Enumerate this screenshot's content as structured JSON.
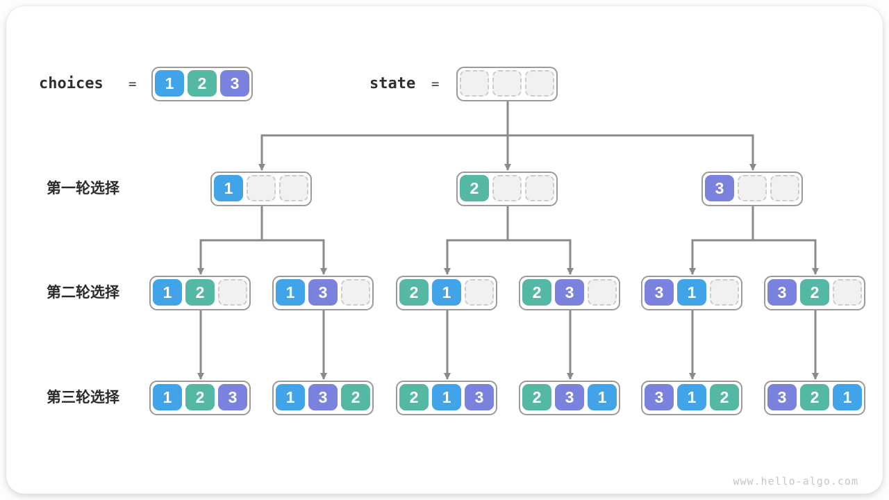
{
  "colors": {
    "v1": "#41a3e8",
    "v2": "#55b8a4",
    "v3": "#7b82de",
    "nodeBorder": "#9a9a9a",
    "arrow": "#8a8a8a",
    "emptyCell": "#f1f1f1",
    "emptyBorder": "#cccccc"
  },
  "header": {
    "choices_label": "choices",
    "equals": "=",
    "choices_cells": [
      "1",
      "2",
      "3"
    ],
    "state_label": "state",
    "state_cells": [
      "",
      "",
      ""
    ]
  },
  "rows": [
    {
      "label": "第一轮选择",
      "nodes": [
        [
          "1",
          "",
          ""
        ],
        [
          "2",
          "",
          ""
        ],
        [
          "3",
          "",
          ""
        ]
      ]
    },
    {
      "label": "第二轮选择",
      "nodes": [
        [
          "1",
          "2",
          ""
        ],
        [
          "1",
          "3",
          ""
        ],
        [
          "2",
          "1",
          ""
        ],
        [
          "2",
          "3",
          ""
        ],
        [
          "3",
          "1",
          ""
        ],
        [
          "3",
          "2",
          ""
        ]
      ]
    },
    {
      "label": "第三轮选择",
      "nodes": [
        [
          "1",
          "2",
          "3"
        ],
        [
          "1",
          "3",
          "2"
        ],
        [
          "2",
          "1",
          "3"
        ],
        [
          "2",
          "3",
          "1"
        ],
        [
          "3",
          "1",
          "2"
        ],
        [
          "3",
          "2",
          "1"
        ]
      ]
    }
  ],
  "watermark": "www.hello-algo.com"
}
